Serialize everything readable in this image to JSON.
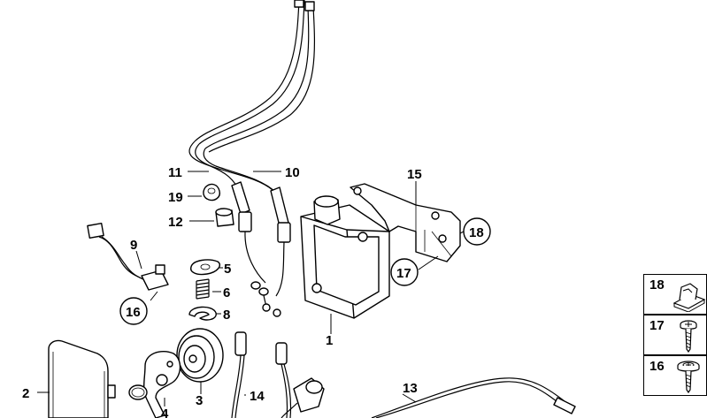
{
  "callouts": {
    "c1": "1",
    "c2": "2",
    "c3": "3",
    "c4": "4",
    "c5": "5",
    "c6": "6",
    "c8": "8",
    "c9": "9",
    "c10": "10",
    "c11": "11",
    "c12": "12",
    "c13": "13",
    "c14": "14",
    "c15": "15",
    "c16": "16",
    "c17": "17",
    "c18": "18",
    "c19": "19"
  },
  "side_panel": {
    "items": [
      {
        "label": "18",
        "icon": "clip-nut-icon"
      },
      {
        "label": "17",
        "icon": "screw-icon"
      },
      {
        "label": "16",
        "icon": "washer-screw-icon"
      }
    ]
  }
}
